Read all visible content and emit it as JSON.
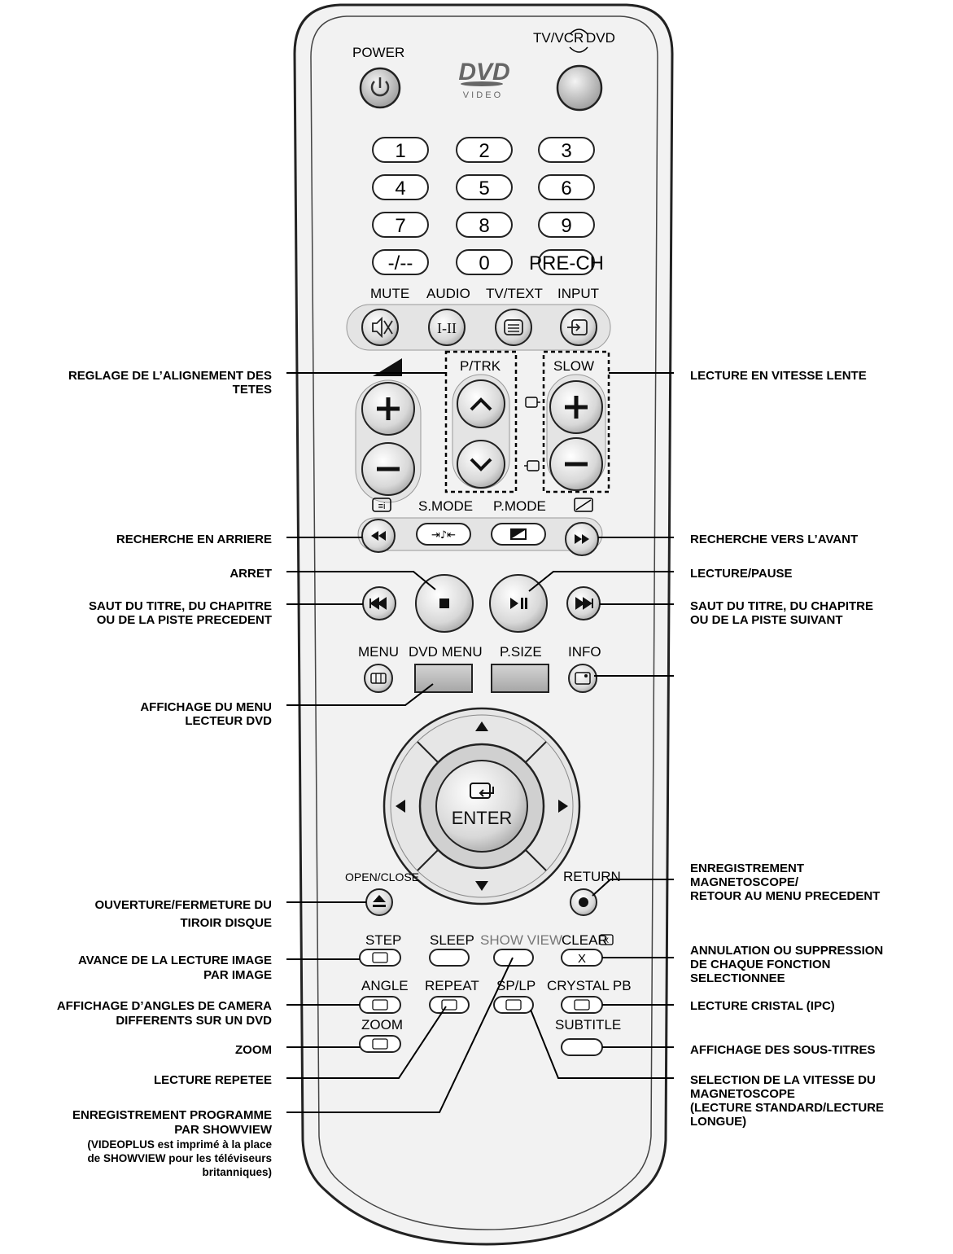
{
  "remote": {
    "power_label": "POWER",
    "tvvcr_label": "TV/VCR",
    "dvd_label": "DVD",
    "logo_video": "V I D E O",
    "numpad": [
      "1",
      "2",
      "3",
      "4",
      "5",
      "6",
      "7",
      "8",
      "9",
      "-/--",
      "0",
      "PRE-CH"
    ],
    "mute_label": "MUTE",
    "audio_label": "AUDIO",
    "tvtext_label": "TV/TEXT",
    "input_label": "INPUT",
    "audio_btn": "I-II",
    "ptrk_label": "P/TRK",
    "slow_label": "SLOW",
    "smode_label": "S.MODE",
    "pmode_label": "P.MODE",
    "menu_label": "MENU",
    "dvdmenu_label": "DVD MENU",
    "psize_label": "P.SIZE",
    "info_label": "INFO",
    "enter_label": "ENTER",
    "openclose_label": "OPEN/CLOSE",
    "return_label": "RETURN",
    "step_label": "STEP",
    "sleep_label": "SLEEP",
    "showview_label": "SHOW VIEW",
    "clear_label": "CLEAR",
    "angle_label": "ANGLE",
    "repeat_label": "REPEAT",
    "splp_label": "SP/LP",
    "crystal_label": "CRYSTAL PB",
    "zoom_label": "ZOOM",
    "subtitle_label": "SUBTITLE"
  },
  "callouts_left": {
    "head_align": [
      "REGLAGE DE L’ALIGNEMENT DES",
      "TETES"
    ],
    "search_back": "RECHERCHE EN ARRIERE",
    "stop": "ARRET",
    "skip_prev": [
      "SAUT DU TITRE, DU CHAPITRE",
      "OU DE LA PISTE PRECEDENT"
    ],
    "dvd_menu": [
      "AFFICHAGE DU MENU",
      "LECTEUR DVD"
    ],
    "open_close": [
      "OUVERTURE/FERMETURE DU",
      "TIROIR DISQUE"
    ],
    "step": [
      "AVANCE DE LA LECTURE IMAGE",
      "PAR IMAGE"
    ],
    "angle": [
      "AFFICHAGE D’ANGLES DE CAMERA",
      "DIFFERENTS SUR UN DVD"
    ],
    "zoom": "ZOOM",
    "repeat": "LECTURE REPETEE",
    "showview": [
      "ENREGISTREMENT PROGRAMME",
      "PAR SHOWVIEW",
      "(VIDEOPLUS est imprimé à la place",
      "de SHOWVIEW pour les téléviseurs",
      "britanniques)"
    ]
  },
  "callouts_right": {
    "slow": "LECTURE EN VITESSE LENTE",
    "search_fwd": "RECHERCHE VERS L’AVANT",
    "play_pause": "LECTURE/PAUSE",
    "skip_next": [
      "SAUT DU TITRE, DU CHAPITRE",
      "OU DE LA PISTE SUIVANT"
    ],
    "return": [
      "ENREGISTREMENT",
      "MAGNETOSCOPE/",
      "RETOUR AU MENU PRECEDENT"
    ],
    "clear": [
      "ANNULATION OU SUPPRESSION",
      "DE CHAQUE FONCTION",
      "SELECTIONNEE"
    ],
    "crystal": "LECTURE CRISTAL (IPC)",
    "subtitle": "AFFICHAGE DES SOUS-TITRES",
    "splp": [
      "SELECTION DE LA VITESSE DU",
      "MAGNETOSCOPE",
      "(LECTURE STANDARD/LECTURE",
      "LONGUE)"
    ]
  },
  "colors": {
    "remote_body": "#f2f2f2",
    "outline": "#222222",
    "button_gray": "#c8c8c8",
    "panel": "#e6e6e6"
  }
}
